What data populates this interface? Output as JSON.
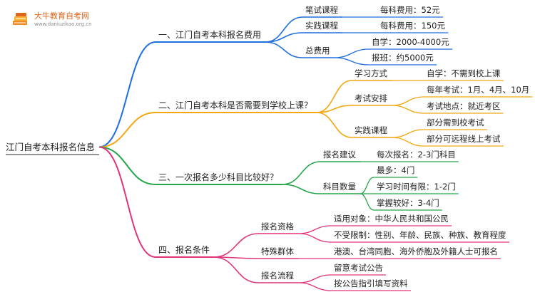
{
  "logo": {
    "title": "大牛教育自考网",
    "url": "www.daniuzikao.org.cn",
    "icon": "book-stack-icon"
  },
  "root": {
    "label": "江门自考本科报名信息"
  },
  "colors": {
    "branch1": "#1f6fe0",
    "branch2": "#f3a712",
    "branch3": "#24a64a",
    "branch4": "#e0337a"
  },
  "branches": [
    {
      "label": "一、江门自考本科报名费用",
      "children": [
        {
          "label": "笔试课程",
          "children": [
            {
              "label": "每科费用：52元"
            }
          ]
        },
        {
          "label": "实践课程",
          "children": [
            {
              "label": "每科费用：150元"
            }
          ]
        },
        {
          "label": "总费用",
          "children": [
            {
              "label": "自学：2000-4000元"
            },
            {
              "label": "报班：约5000元"
            }
          ]
        }
      ]
    },
    {
      "label": "二、江门自考本科是否需要到学校上课？",
      "children": [
        {
          "label": "学习方式",
          "children": [
            {
              "label": "自学：不需到校上课"
            }
          ]
        },
        {
          "label": "考试安排",
          "children": [
            {
              "label": "每年考试：1月、4月、10月"
            },
            {
              "label": "考试地点：就近考区"
            }
          ]
        },
        {
          "label": "实践课程",
          "children": [
            {
              "label": "部分需到校考试"
            },
            {
              "label": "部分可远程线上考试"
            }
          ]
        }
      ]
    },
    {
      "label": "三、一次报名多少科目比较好？",
      "children": [
        {
          "label": "报名建议",
          "children": [
            {
              "label": "每次报名：2-3门科目"
            }
          ]
        },
        {
          "label": "科目数量",
          "children": [
            {
              "label": "最多：4门"
            },
            {
              "label": "学习时间有限：1-2门"
            },
            {
              "label": "掌握较好：3-4门"
            }
          ]
        }
      ]
    },
    {
      "label": "四、报名条件",
      "children": [
        {
          "label": "报名资格",
          "children": [
            {
              "label": "适用对象：中华人民共和国公民"
            },
            {
              "label": "不受限制：性别、年龄、民族、种族、教育程度"
            }
          ]
        },
        {
          "label": "特殊群体",
          "children": [
            {
              "label": "港澳、台湾同胞、海外侨胞及外籍人士可报名"
            }
          ]
        },
        {
          "label": "报名流程",
          "children": [
            {
              "label": "留意考试公告"
            },
            {
              "label": "按公告指引填写资料"
            }
          ]
        }
      ]
    }
  ]
}
